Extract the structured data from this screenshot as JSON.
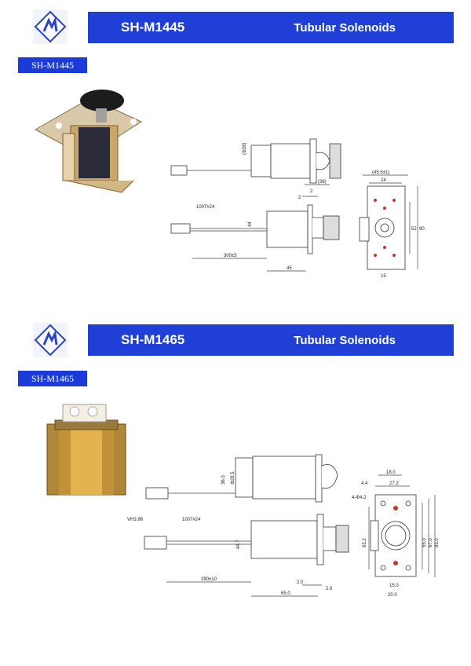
{
  "sections": [
    {
      "model": "SH-M1445",
      "category": "Tubular Solenoids",
      "tag": "SH-M1445",
      "dims": {
        "d_top": "(Φ28)",
        "len_36": "(36)",
        "w_455": "(45.5±1)",
        "w_24": "24",
        "wire": "1007#24",
        "two_a": "2",
        "two_b": "2",
        "h_44": "44",
        "h_52": "52",
        "h_90": "90",
        "lead": "300±5",
        "len_45": "45",
        "w_15": "15"
      }
    },
    {
      "model": "SH-M1465",
      "category": "Tubular Solenoids",
      "tag": "SH-M1465",
      "dims": {
        "d_36": "36.0",
        "d_285": "Φ28.5",
        "w_18": "18.0",
        "w_44": "4.4",
        "w_272": "27.2",
        "holes": "4-Φ4.2",
        "conn": "VH3.96",
        "wire": "1007#24",
        "h_447": "44.7",
        "h_632": "63.2",
        "h_550": "55.0",
        "h_670": "67.0",
        "h_830": "83.0",
        "lead": "290±10",
        "t_20a": "2.0",
        "t_20b": "2.0",
        "len_65": "65.0",
        "w_15": "15.0",
        "w_20": "20.0"
      }
    }
  ]
}
